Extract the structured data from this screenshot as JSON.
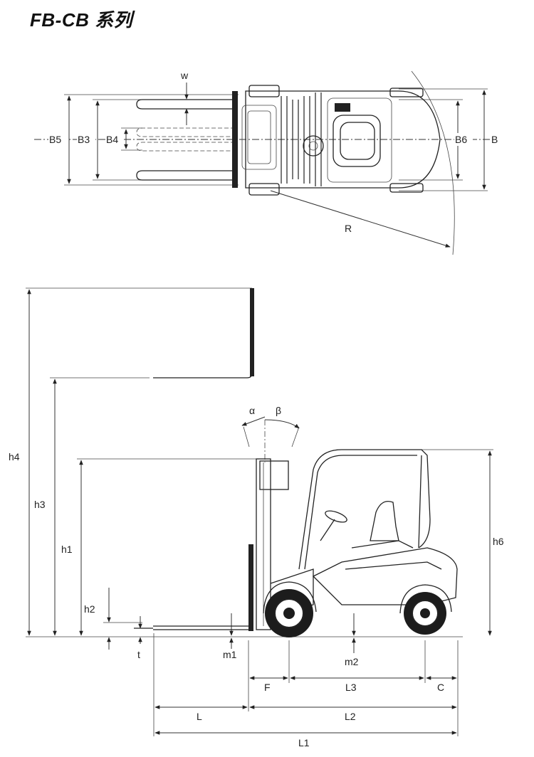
{
  "title": "FB-CB 系列",
  "top_view": {
    "labels": {
      "w": "w",
      "b5": "B5",
      "b3": "B3",
      "b4": "B4",
      "b6": "B6",
      "b": "B",
      "r": "R"
    }
  },
  "side_view": {
    "labels": {
      "alpha": "α",
      "beta": "β",
      "h4": "h4",
      "h3": "h3",
      "h1": "h1",
      "h2": "h2",
      "h6": "h6",
      "t": "t",
      "m1": "m1",
      "m2": "m2",
      "f": "F",
      "l3": "L3",
      "c": "C",
      "l": "L",
      "l2": "L2",
      "l1": "L1"
    }
  }
}
